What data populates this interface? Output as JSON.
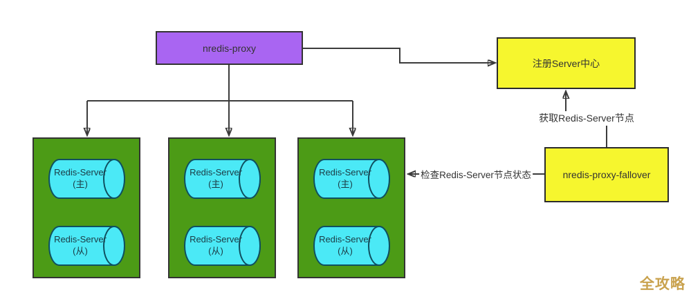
{
  "colors": {
    "purple": "#a965f2",
    "yellow": "#f6f62e",
    "green": "#4c9b16",
    "cyan": "#4be9f6",
    "cyan-border": "#0f5060",
    "line": "#3b3b3b",
    "text-dark": "#333333",
    "watermark": "#c9a24e"
  },
  "nodes": {
    "proxy": "nredis-proxy",
    "register_center": "注册Server中心",
    "fallover": "nredis-proxy-fallover"
  },
  "edges": {
    "get_nodes_label": "获取Redis-Server节点",
    "check_status_label": "检查Redis-Server节点状态"
  },
  "clusters": [
    {
      "master": {
        "line1": "Redis-Server",
        "line2": "(主)"
      },
      "slave": {
        "line1": "Redis-Server",
        "line2": "(从)"
      }
    },
    {
      "master": {
        "line1": "Redis-Server",
        "line2": "(主)"
      },
      "slave": {
        "line1": "Redis-Server",
        "line2": "(从)"
      }
    },
    {
      "master": {
        "line1": "Redis-Server",
        "line2": "(主)"
      },
      "slave": {
        "line1": "Redis-Server",
        "line2": "(从)"
      }
    }
  ],
  "watermark": "全攻略"
}
